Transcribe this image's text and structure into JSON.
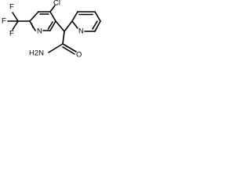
{
  "structure": {
    "atoms": {
      "cf3_label": "F",
      "f_top_label": "F",
      "f_left_label": "F",
      "chloro_label": "Cl",
      "pyridine_n_left_label": "N",
      "pyridine_n_right_label": "N",
      "amide_n_label": "H2N",
      "amide_o_label": "O"
    }
  }
}
